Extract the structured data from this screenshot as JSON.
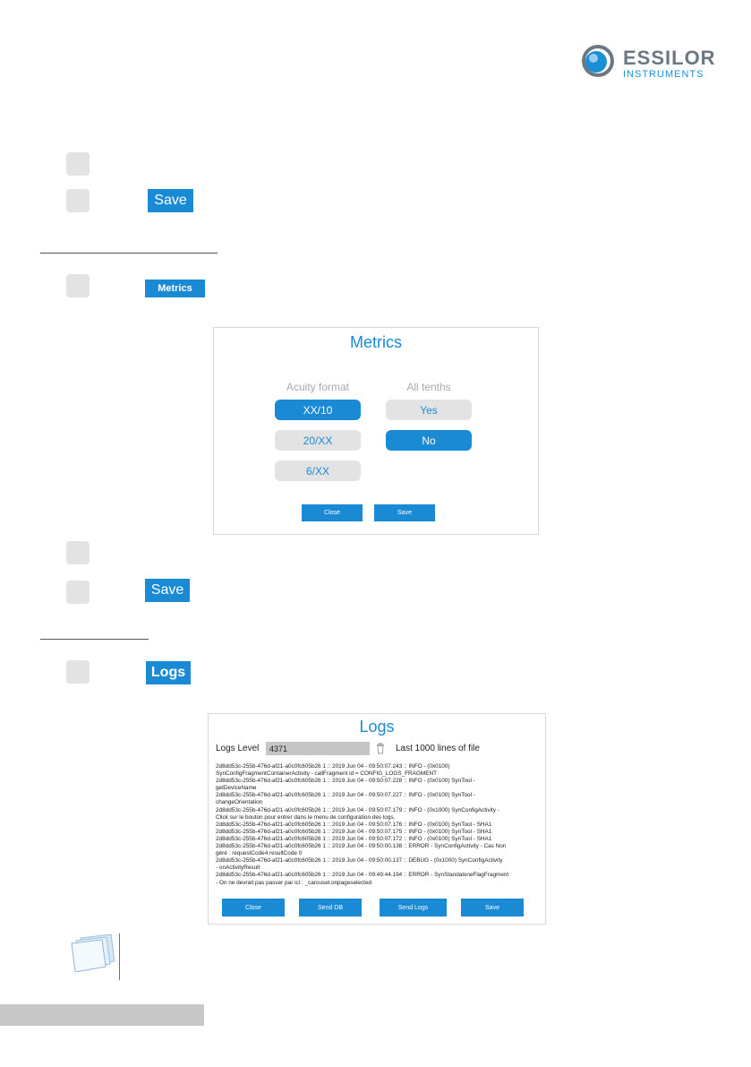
{
  "logo": {
    "brand": "ESSILOR",
    "sub": "INSTRUMENTS"
  },
  "inline": {
    "save_label": "Save",
    "metrics_label": "Metrics",
    "logs_label": "Logs"
  },
  "metrics_dialog": {
    "title": "Metrics",
    "acuity_label": "Acuity format",
    "tenths_label": "All tenths",
    "acuity_options": [
      "XX/10",
      "20/XX",
      "6/XX"
    ],
    "acuity_selected": "XX/10",
    "tenths_options": [
      "Yes",
      "No"
    ],
    "tenths_selected": "No",
    "close_label": "Close",
    "save_label": "Save"
  },
  "logs_dialog": {
    "title": "Logs",
    "level_label": "Logs Level",
    "level_value": "4371",
    "last_lines_label": "Last 1000 lines of file",
    "lines": [
      "2d8dd53c-255b-476d-af21-a0c0fc605b26 1 :: 2019 Jun 04 - 09:50:07.243 :: INFO - (0x0100)",
      "SynConfigFragmentContainerActivity - callFragment id = CONFIG_LOGS_FRAGMENT",
      "2d8dd53c-255b-476d-af21-a0c0fc605b26 1 :: 2019 Jun 04 - 09:50:07.228 :: INFO - (0x0100) SynTool -",
      "getDeviceName",
      "2d8dd53c-255b-476d-af21-a0c0fc605b26 1 :: 2019 Jun 04 - 09:50:07.227 :: INFO - (0x0100) SynTool -",
      "changeOrientation",
      "2d8dd53c-255b-476d-af21-a0c0fc605b26 1 :: 2019 Jun 04 - 09:50:07.179 :: INFO - (0x1000) SynConfigActivity -",
      "Click sur le bouton pour entrer dans le menu de configuration des logs.",
      "2d8dd53c-255b-476d-af21-a0c0fc605b26 1 :: 2019 Jun 04 - 09:50:07.176 :: INFO - (0x0100) SynTool - SHA1",
      "2d8dd53c-255b-476d-af21-a0c0fc605b26 1 :: 2019 Jun 04 - 09:50:07.175 :: INFO - (0x0100) SynTool - SHA1",
      "2d8dd53c-255b-476d-af21-a0c0fc605b26 1 :: 2019 Jun 04 - 09:50:07.172 :: INFO - (0x0100) SynTool - SHA1",
      "2d8dd53c-255b-476d-af21-a0c0fc605b26 1 :: 2019 Jun 04 - 09:50:00.138 :: ERROR - SynConfigActivity - Cas Non",
      "géré : requestCode4 resultCode 0",
      "2d8dd53c-255b-476d-af21-a0c0fc605b26 1 :: 2019 Jun 04 - 09:50:00.137 :: DEBUG - (0x1000) SynConfigActivity",
      "- onActivityResult",
      "2d8dd53c-255b-476d-af21-a0c0fc605b26 1 :: 2019 Jun 04 - 09:49:44.194 :: ERROR - SynStandaloneFlagFragment",
      "- On ne devrait pas passer par ici : _carousel.onpageselected"
    ],
    "buttons": [
      "Close",
      "Send DB",
      "Send Logs",
      "Save"
    ]
  },
  "colors": {
    "accent": "#1a8ad4",
    "step_grey": "#e3e3e3",
    "logo_grey": "#6b7783"
  }
}
